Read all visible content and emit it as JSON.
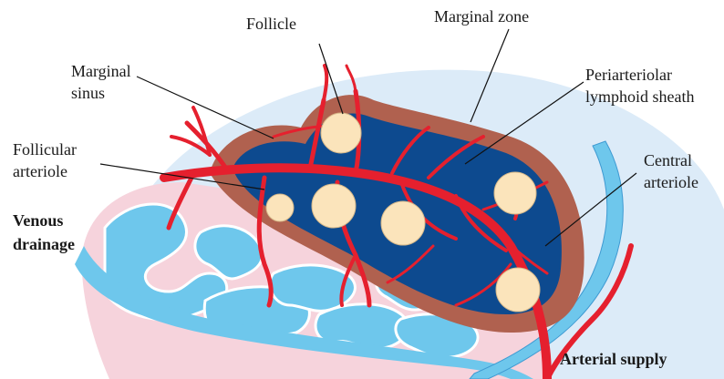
{
  "labels": {
    "follicle": "Follicle",
    "marginal_zone": "Marginal zone",
    "marginal_sinus_line1": "Marginal",
    "marginal_sinus_line2": "sinus",
    "pals_line1": "Periarteriolar",
    "pals_line2": "lymphoid sheath",
    "follicular_arteriole_line1": "Follicular",
    "follicular_arteriole_line2": "arteriole",
    "central_arteriole_line1": "Central",
    "central_arteriole_line2": "arteriole",
    "venous_drainage_line1": "Venous",
    "venous_drainage_line2": "drainage",
    "arterial_supply": "Arterial supply"
  },
  "colors": {
    "outer_capsule": "#dcebf8",
    "red_pulp": "#f6d3dc",
    "venous_sinus": "#6ec7ec",
    "marginal_zone": "#b0614f",
    "white_pulp": "#0d4a8f",
    "follicle": "#fbe4bb",
    "arteriole": "#e5202e"
  }
}
